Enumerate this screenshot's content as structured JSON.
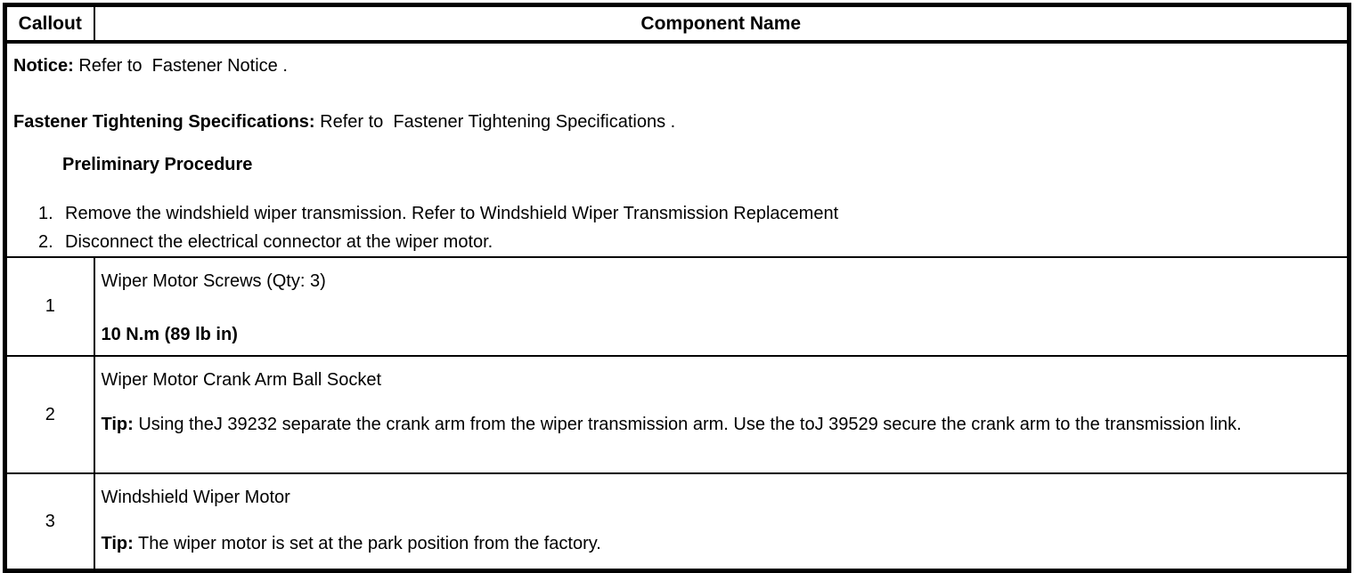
{
  "colors": {
    "text": "#000000",
    "background": "#ffffff",
    "border": "#000000"
  },
  "table": {
    "header": {
      "callout": "Callout",
      "component": "Component Name"
    },
    "notice": {
      "notice_label": "Notice:",
      "notice_prefix": " Refer to  ",
      "notice_link": "Fastener Notice",
      "notice_suffix": " .",
      "fts_label": "Fastener Tightening Specifications:",
      "fts_prefix": " Refer to  ",
      "fts_link": "Fastener Tightening Specifications",
      "fts_suffix": " .",
      "preliminary_heading": "Preliminary Procedure",
      "steps": [
        {
          "num": "1.",
          "text": "Remove the windshield wiper transmission. Refer to ",
          "link": "Windshield Wiper Transmission Replacement"
        },
        {
          "num": "2.",
          "text": "Disconnect the electrical connector at the wiper motor.",
          "link": ""
        }
      ]
    },
    "rows": [
      {
        "callout": "1",
        "name": "Wiper Motor Screws (Qty: 3)",
        "detail_label": "10 N.m (89 lb in)",
        "detail_text": ""
      },
      {
        "callout": "2",
        "name": "Wiper Motor Crank Arm Ball Socket",
        "detail_label": "Tip:",
        "detail_text": " Using theJ 39232 separate the crank arm from the wiper transmission arm. Use the toJ 39529 secure the crank arm to the transmission link."
      },
      {
        "callout": "3",
        "name": "Windshield Wiper Motor",
        "detail_label": "Tip:",
        "detail_text": " The wiper motor is set at the park position from the factory."
      }
    ]
  }
}
